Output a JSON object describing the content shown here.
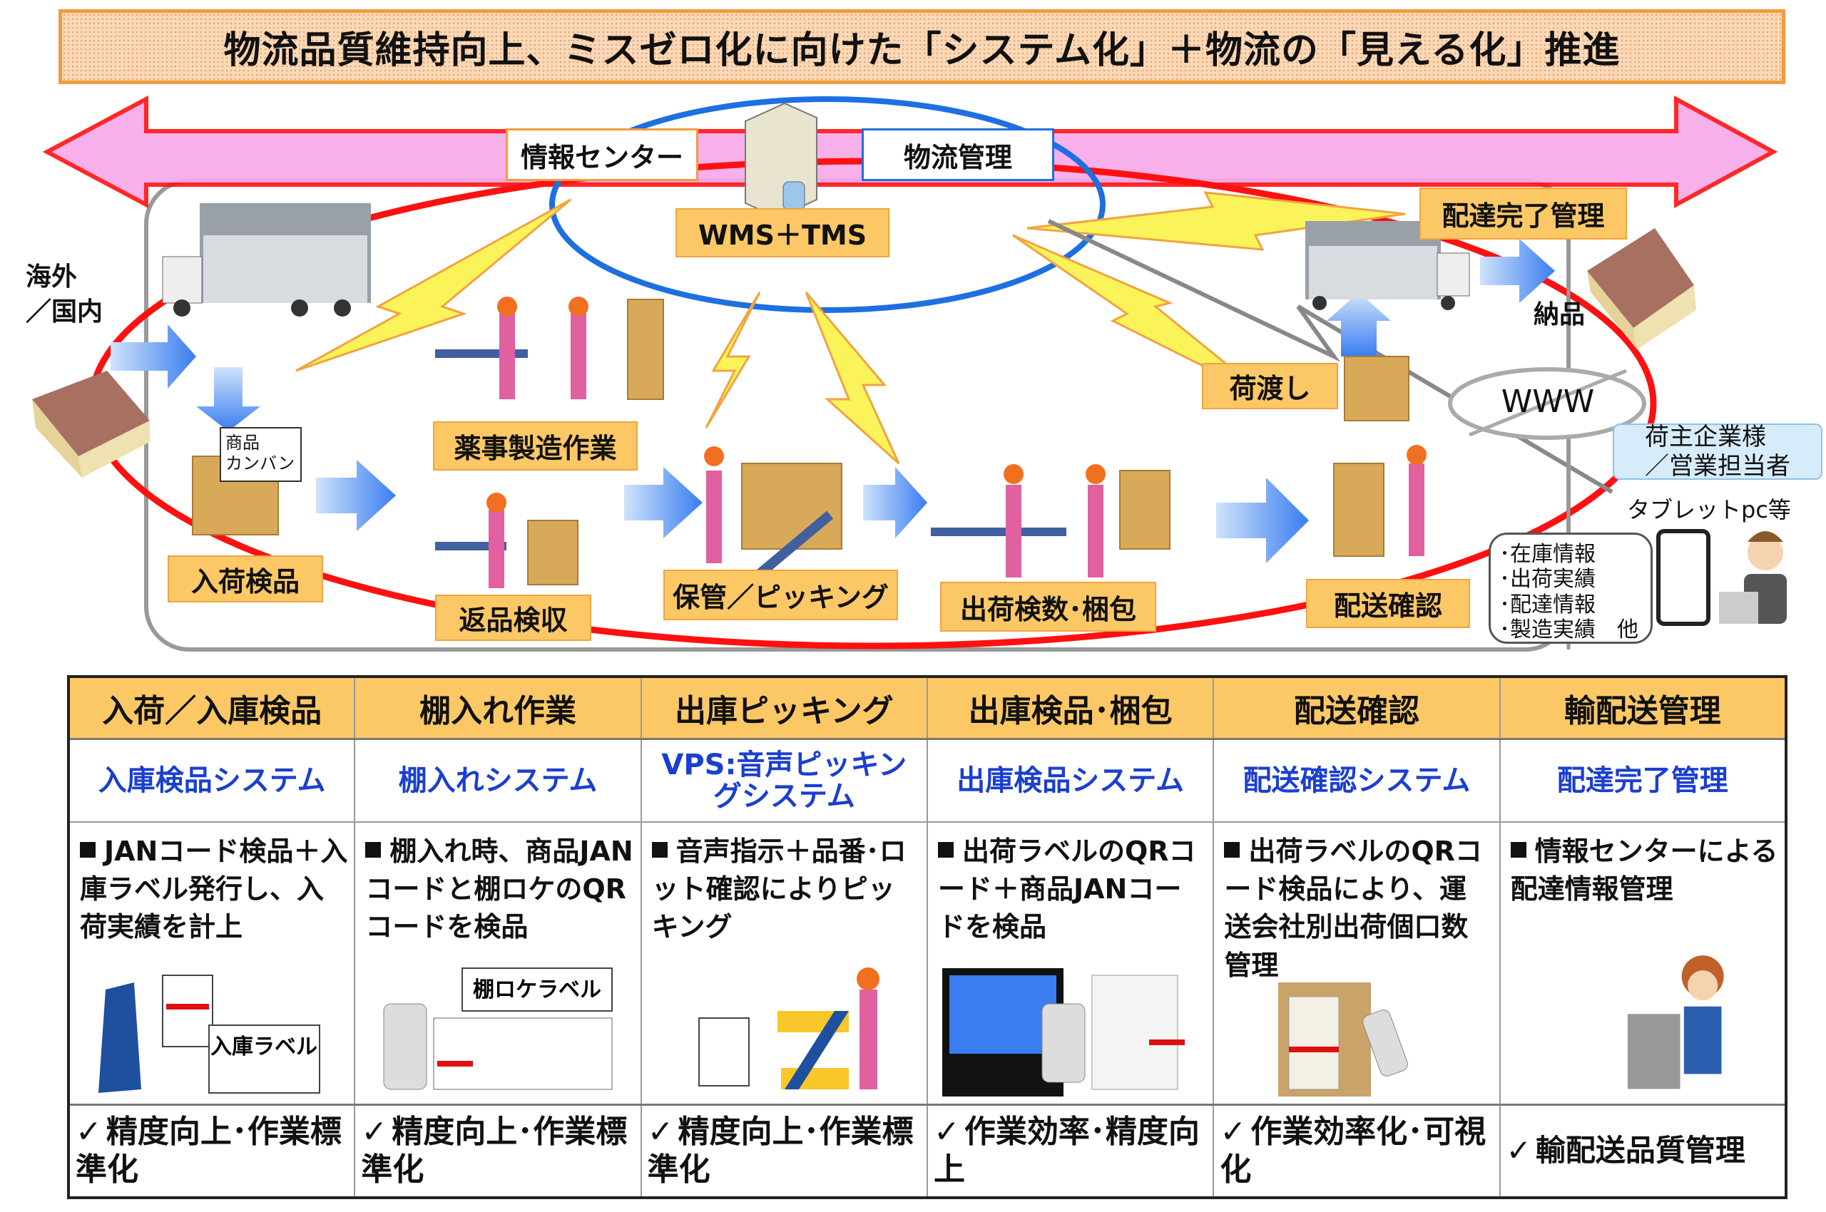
{
  "title": "物流品質維持向上、ミスゼロ化に向けた「システム化」＋物流の「見える化」推進",
  "center": {
    "info_center": "情報センター",
    "logistics_mgmt": "物流管理",
    "wms_tms": "WMS＋TMS",
    "server_icon": "server-icon"
  },
  "flow": {
    "origin": "海外\n／国内",
    "delivered": "納品",
    "delivery_complete": "配達完了管理",
    "handover": "荷渡し",
    "kanban": "商品\nカンバン",
    "steps": {
      "inbound": "入荷検品",
      "pharma": "薬事製造作業",
      "returns": "返品検収",
      "storage": "保管／ピッキング",
      "shipping": "出荷検数･梱包",
      "delivery_check": "配送確認"
    },
    "www": "WWW",
    "shipper": "荷主企業様\n／営業担当者",
    "tablet": "タブレットpc等",
    "info_list": [
      "･在庫情報",
      "･出荷実績",
      "･配達情報",
      "･製造実績　他"
    ]
  },
  "colors": {
    "title_border": "#f39b3c",
    "arrow_fill": "#f8a8e8",
    "arrow_stroke": "#ff1010",
    "ellipse_blue": "#1e6fe0",
    "ellipse_red": "#ff1010",
    "label_fill": "#fcc866",
    "system_text": "#1a3fd0"
  },
  "table": {
    "columns": [
      {
        "header": "入荷／入庫検品",
        "system": "入庫検品システム",
        "body": "JANコード検品＋入庫ラベル発行し、入荷実績を計上",
        "image_label": "入庫ラベル",
        "result": "精度向上･作業標準化"
      },
      {
        "header": "棚入れ作業",
        "system": "棚入れシステム",
        "body": "棚入れ時、商品JANコードと棚ロケのQRコードを検品",
        "image_label": "棚ロケラベル",
        "result": "精度向上･作業標準化"
      },
      {
        "header": "出庫ピッキング",
        "system": "VPS:音声ピッキングシステム",
        "body": "音声指示＋品番･ロット確認によりピッキング",
        "result": "精度向上･作業標準化"
      },
      {
        "header": "出庫検品･梱包",
        "system": "出庫検品システム",
        "body": "出荷ラベルのQRコード＋商品JANコードを検品",
        "result": "作業効率･精度向上"
      },
      {
        "header": "配送確認",
        "system": "配送確認システム",
        "body": "出荷ラベルのQRコード検品により、運送会社別出荷個口数管理",
        "result": "作業効率化･可視化"
      },
      {
        "header": "輸配送管理",
        "system": "配達完了管理",
        "body": "情報センターによる配達情報管理",
        "result": "輸配送品質管理"
      }
    ],
    "check_mark": "✓"
  }
}
